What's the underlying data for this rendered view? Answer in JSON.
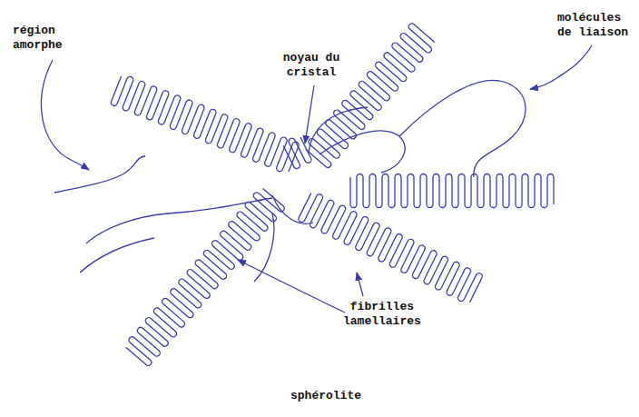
{
  "diagram": {
    "caption": "sphérolite",
    "labels": [
      "région amorphe",
      "noyau du cristal",
      "molécules de liaison",
      "fibrilles lamellaires"
    ]
  }
}
